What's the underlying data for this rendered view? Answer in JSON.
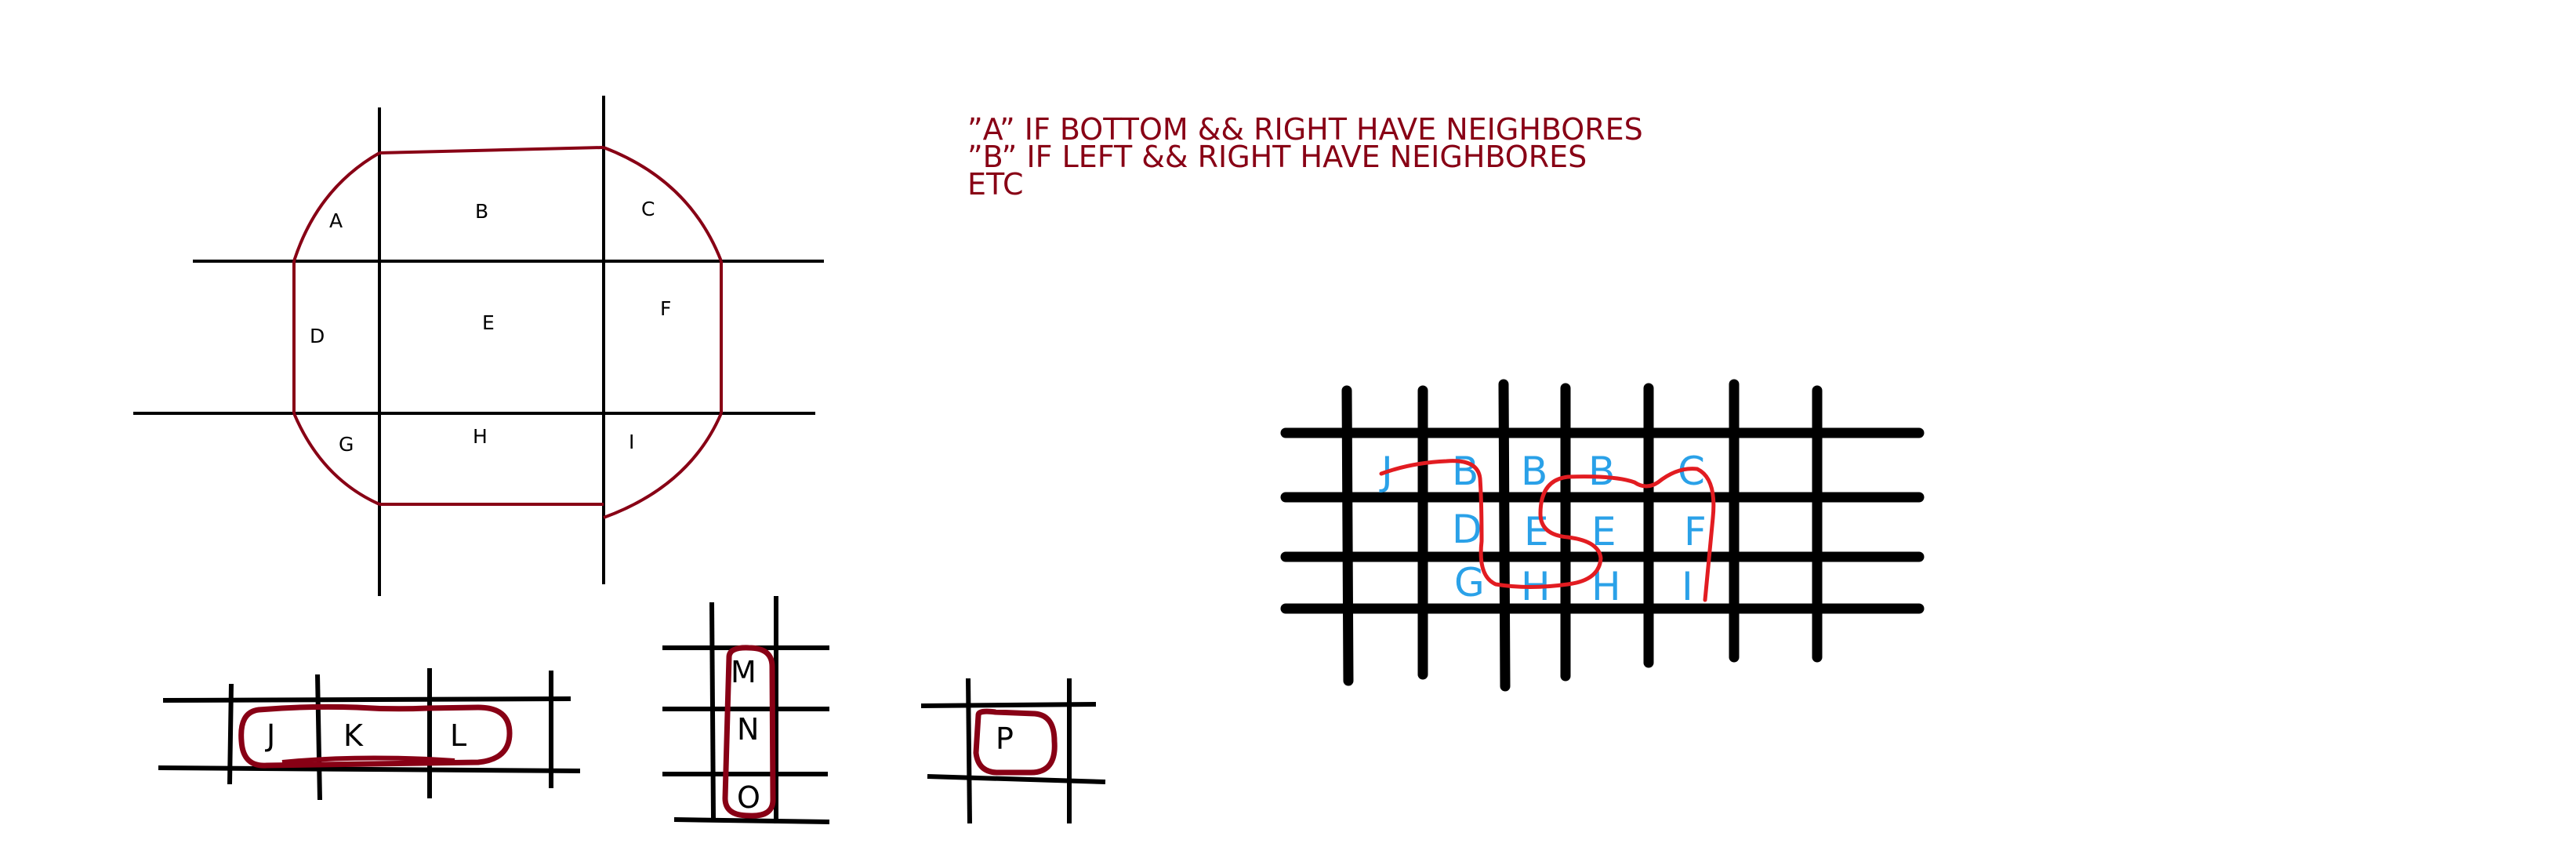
{
  "colors": {
    "background": "#ffffff",
    "line": "#000000",
    "outline": "#880015",
    "path": "#e21c21",
    "blue_letters": "#2aa1e8",
    "note_text": "#880015"
  },
  "notes": {
    "line_a": "”A” IF BOTTOM && RIGHT HAVE NEIGHBORES",
    "line_b": "”B” IF LEFT && RIGHT HAVE NEIGHBORES",
    "line_c": "ETC"
  },
  "tile_grid": {
    "cells": [
      "A",
      "B",
      "C",
      "D",
      "E",
      "F",
      "G",
      "H",
      "I"
    ]
  },
  "horizontal_group": {
    "cells": [
      "J",
      "K",
      "L"
    ]
  },
  "vertical_group": {
    "cells": [
      "M",
      "N",
      "O"
    ]
  },
  "single_cell": {
    "cells": [
      "P"
    ]
  },
  "example_grid": {
    "rows": [
      [
        "J",
        "B",
        "B",
        "B",
        "C"
      ],
      [
        "D",
        "E",
        "E",
        "F"
      ],
      [
        "G",
        "H",
        "H",
        "I"
      ]
    ]
  }
}
